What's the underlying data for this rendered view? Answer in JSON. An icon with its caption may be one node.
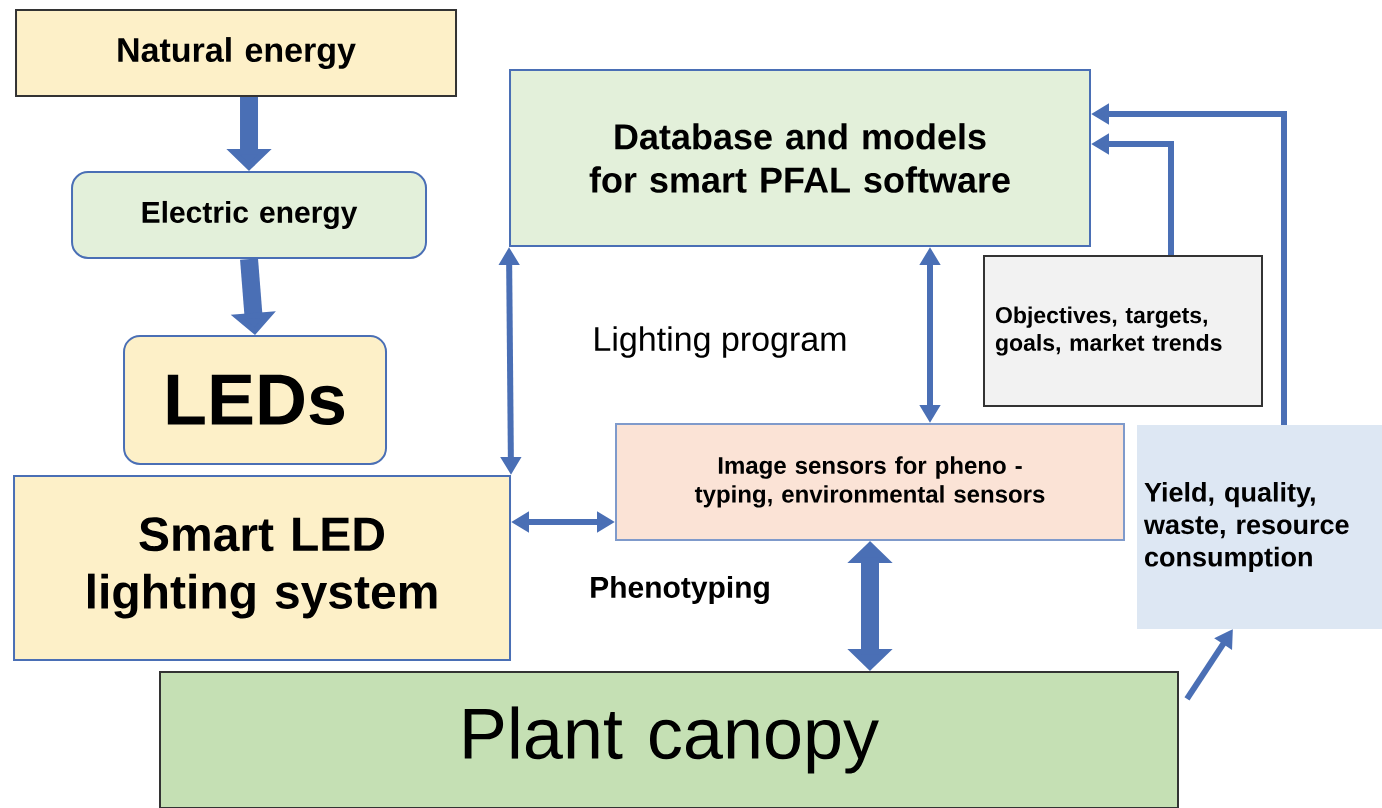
{
  "diagram": {
    "nodes": [
      {
        "text": [
          "Natural energy"
        ]
      },
      {
        "text": [
          "Electric energy"
        ]
      },
      {
        "text": [
          "LEDs"
        ]
      },
      {
        "text": [
          "Smart LED lighting system"
        ]
      },
      {
        "text": [
          "Database and models for smart PFAL software"
        ]
      },
      {
        "text": [
          "Objectives, targets, goals, market trends"
        ]
      },
      {
        "text": [
          "Image sensors for pheno - typing, environmental sensors"
        ]
      },
      {
        "text": [
          "Yield, quality, waste, resource consumption"
        ]
      },
      {
        "text": [
          "Plant canopy"
        ]
      }
    ],
    "edges": [
      {
        "from": 0,
        "to": 1,
        "arrow": "to",
        "style": "thick"
      },
      {
        "from": 1,
        "to": 2,
        "arrow": "to",
        "style": "thick"
      },
      {
        "from": 3,
        "to": 4,
        "arrow": "both"
      },
      {
        "from": 4,
        "to": 6,
        "arrow": "both"
      },
      {
        "from": 3,
        "to": 6,
        "arrow": "both"
      },
      {
        "from": 6,
        "to": 8,
        "arrow": "both",
        "style": "thick"
      },
      {
        "from": 5,
        "to": 4,
        "arrow": "to"
      },
      {
        "from": 7,
        "to": 4,
        "arrow": "to"
      },
      {
        "from": 8,
        "to": 7,
        "arrow": "to"
      }
    ],
    "labels": [
      "Lighting program",
      "Phenotyping"
    ]
  }
}
